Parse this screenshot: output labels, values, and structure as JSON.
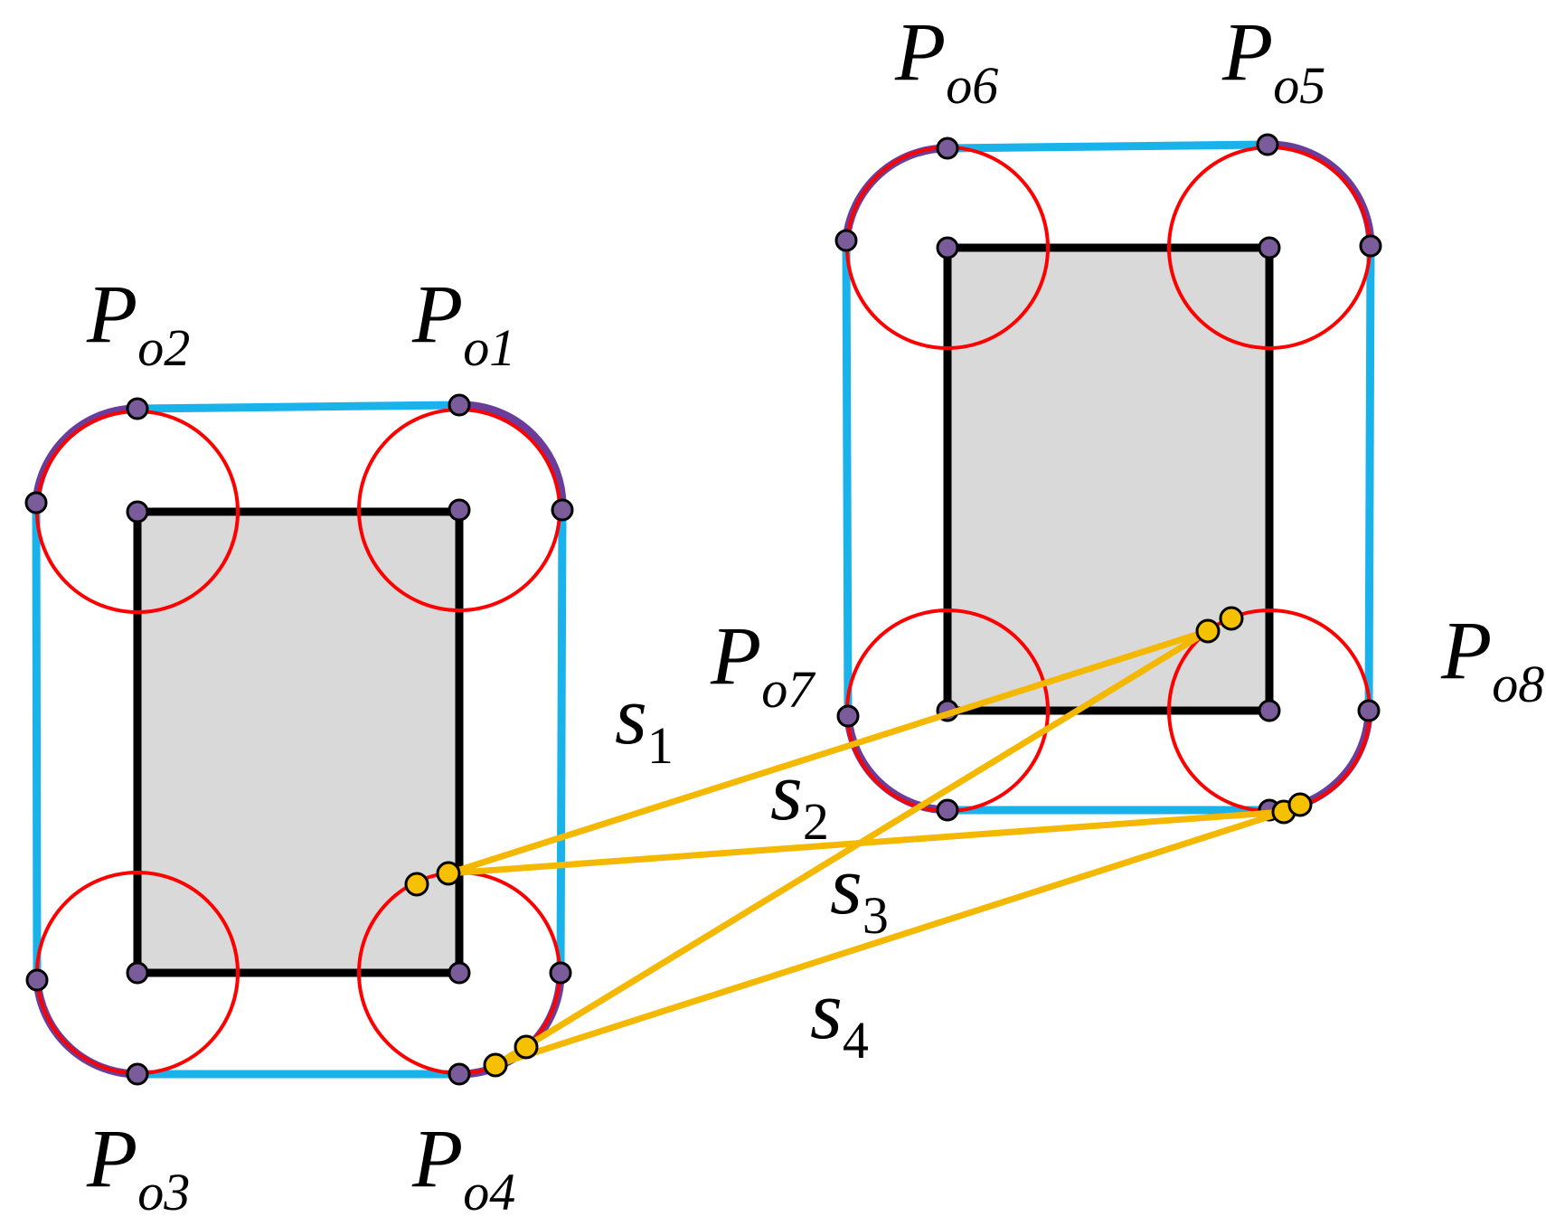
{
  "colors": {
    "obstacle_fill": "#d9d9d9",
    "obstacle_stroke": "#000000",
    "circle": "#ff0000",
    "arc": "#6a3d9a",
    "hull_line": "#1ab2ea",
    "vertex": "#7a5c9a",
    "segment": "#f5b800",
    "segment_point": "#f5c000"
  },
  "labels": {
    "Po1": {
      "main": "P",
      "sub": "o1"
    },
    "Po2": {
      "main": "P",
      "sub": "o2"
    },
    "Po3": {
      "main": "P",
      "sub": "o3"
    },
    "Po4": {
      "main": "P",
      "sub": "o4"
    },
    "Po5": {
      "main": "P",
      "sub": "o5"
    },
    "Po6": {
      "main": "P",
      "sub": "o6"
    },
    "Po7": {
      "main": "P",
      "sub": "o7"
    },
    "Po8": {
      "main": "P",
      "sub": "o8"
    }
  },
  "segments": {
    "s1": {
      "main": "s",
      "sub": "1"
    },
    "s2": {
      "main": "s",
      "sub": "2"
    },
    "s3": {
      "main": "s",
      "sub": "3"
    },
    "s4": {
      "main": "s",
      "sub": "4"
    }
  }
}
